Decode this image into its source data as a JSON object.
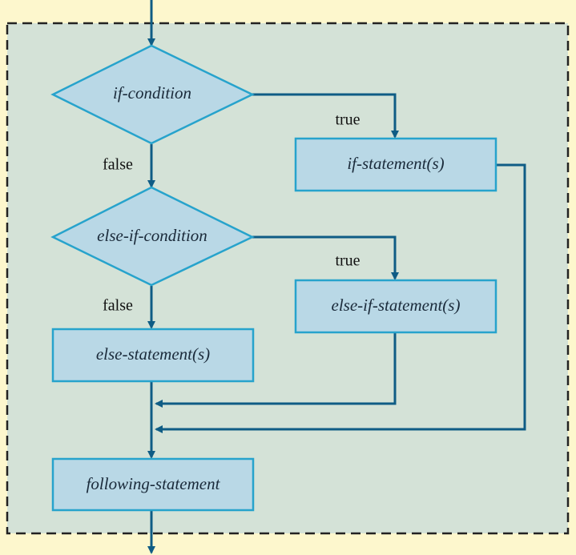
{
  "colors": {
    "page_background": "#fdf7cd",
    "frame_background": "#d4e2d7",
    "node_fill": "#b9d8e6",
    "node_stroke": "#27a3cc",
    "arrow": "#0f5c85"
  },
  "nodes": {
    "if_condition": "if-condition",
    "if_statements": "if-statement(s)",
    "else_if_condition": "else-if-condition",
    "else_if_statements": "else-if-statement(s)",
    "else_statements": "else-statement(s)",
    "following_statement": "following-statement"
  },
  "edge_labels": {
    "if_true": "true",
    "if_false": "false",
    "else_if_true": "true",
    "else_if_false": "false"
  }
}
